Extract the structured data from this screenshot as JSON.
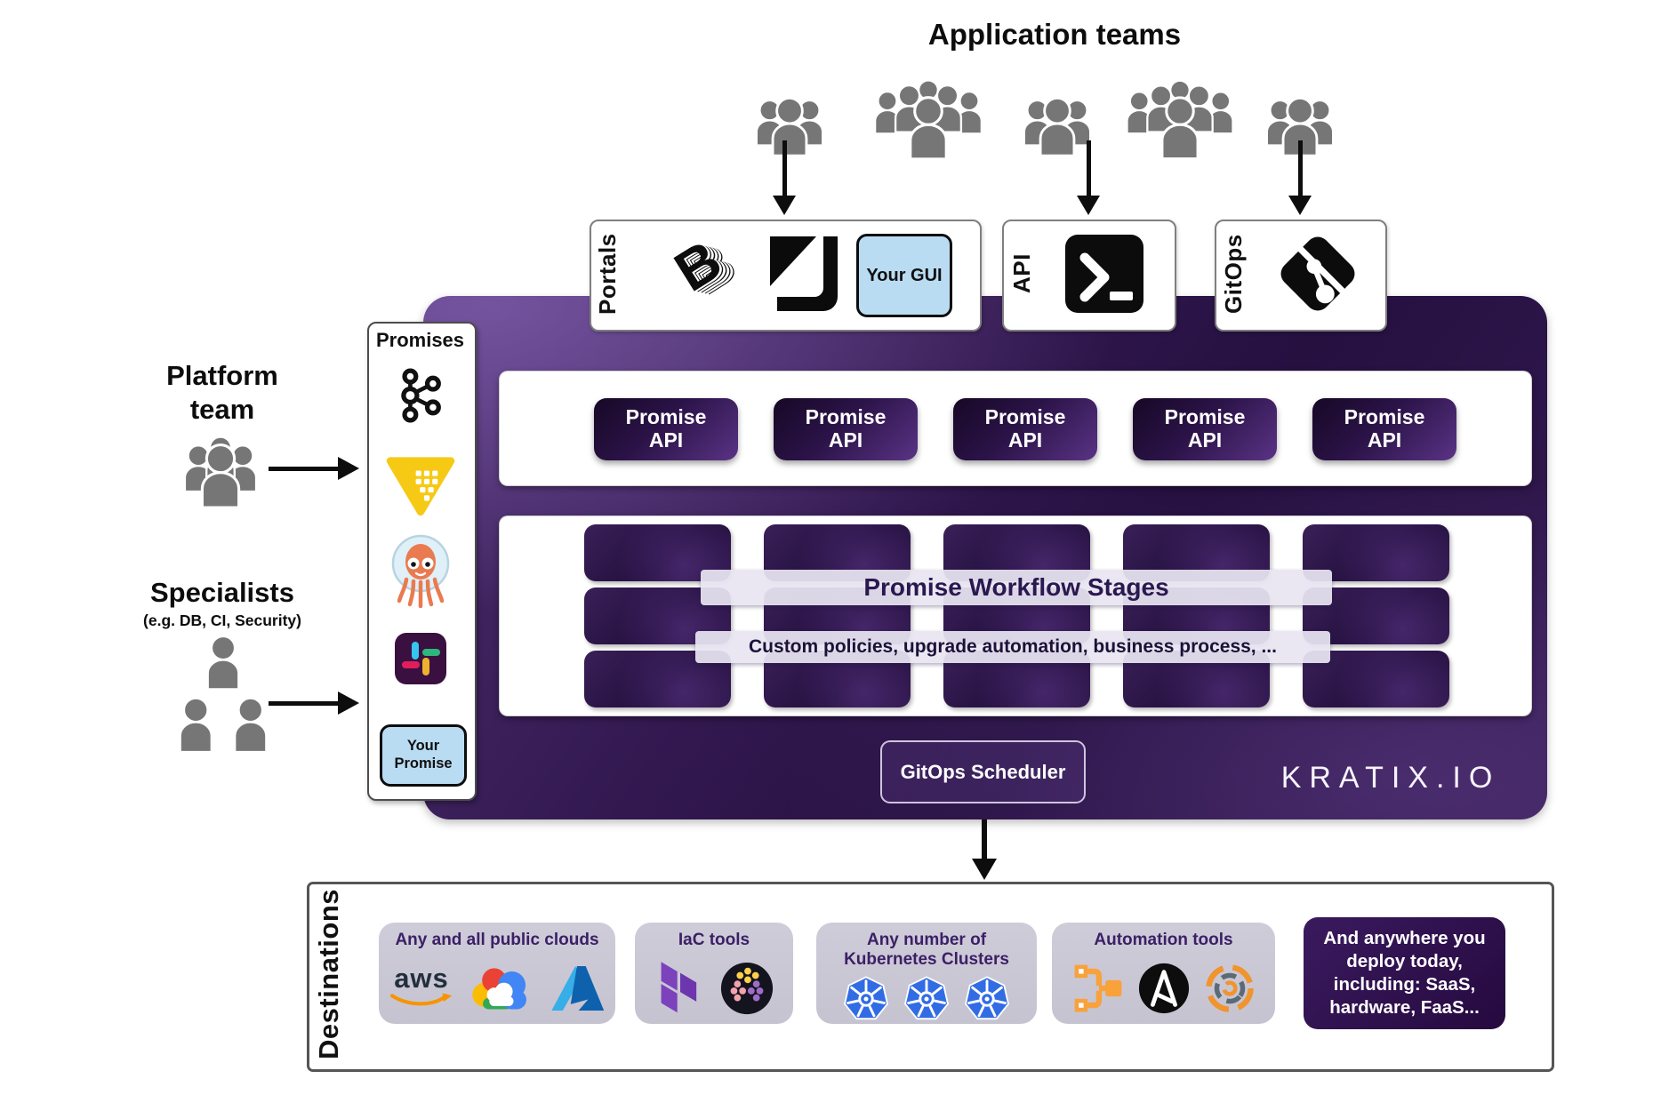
{
  "application_teams": {
    "title": "Application teams"
  },
  "platform_team": {
    "line1": "Platform",
    "line2": "team"
  },
  "specialists": {
    "title": "Specialists",
    "subtitle": "(e.g. DB, CI, Security)"
  },
  "access": {
    "portals": {
      "label": "Portals",
      "backstage_letter": "B",
      "your_gui": "Your GUI",
      "icons": [
        "backstage-logo",
        "portal-square-logo",
        "your-gui-box"
      ]
    },
    "api": {
      "label": "API",
      "icons": [
        "terminal-icon"
      ]
    },
    "gitops": {
      "label": "GitOps",
      "icons": [
        "git-logo"
      ]
    }
  },
  "promises": {
    "title": "Promises",
    "icons": [
      "kafka-logo",
      "yellow-triangle-logo",
      "argocd-octopus-logo",
      "slack-logo"
    ],
    "your_promise": "Your Promise"
  },
  "kratix_platform": {
    "promise_api": {
      "line1": "Promise",
      "line2": "API"
    },
    "promise_api_count": 5,
    "workflow": {
      "title": "Promise Workflow Stages",
      "subtitle": "Custom policies, upgrade automation, business process, ...",
      "columns": 5,
      "rows": 3
    },
    "scheduler": "GitOps Scheduler",
    "wordmark": "KRATIX.IO"
  },
  "destinations": {
    "label": "Destinations",
    "cards": [
      {
        "title": "Any and all public clouds",
        "aws_text": "aws",
        "logos": [
          "aws-logo",
          "google-cloud-logo",
          "azure-logo"
        ]
      },
      {
        "title": "IaC tools",
        "logos": [
          "terraform-logo",
          "crossplane-logo"
        ]
      },
      {
        "title": "Any number of Kubernetes Clusters",
        "logos": [
          "kubernetes-logo",
          "kubernetes-logo",
          "kubernetes-logo"
        ]
      },
      {
        "title": "Automation tools",
        "logos": [
          "pipeline-branch-logo",
          "ansible-logo",
          "automation-rings-logo"
        ]
      },
      {
        "title": "And anywhere you deploy today, including: SaaS, hardware, FaaS..."
      }
    ]
  },
  "colors": {
    "kratix_purple": "#32184f",
    "stage_purple": "#2c1547",
    "accent_yellow": "#f6c915",
    "chip_blue": "#badcf3",
    "card_bg": "#cbc8d5",
    "dark_card_bg": "#2e1152",
    "people_gray": "#767676",
    "kubernetes_blue": "#326ce5",
    "terraform_purple": "#7b42bc",
    "orange_accent": "#f79400"
  }
}
